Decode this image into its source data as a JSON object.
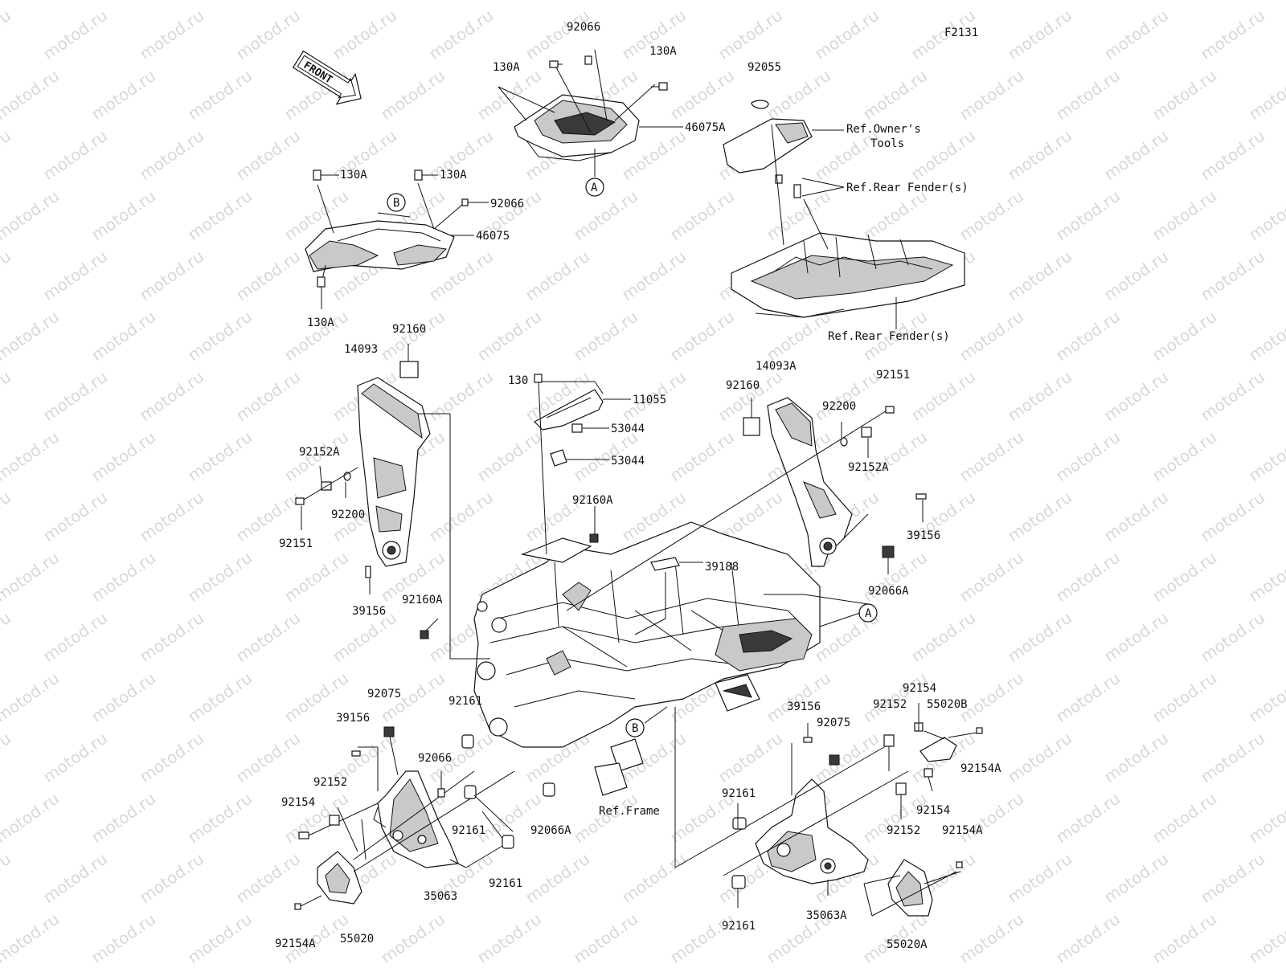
{
  "diagram": {
    "code": "F2131",
    "front_arrow": "FRONT",
    "watermark": "motod.ru",
    "labels": {
      "l_92066_top": "92066",
      "l_130A_tl": "130A",
      "l_130A_tr": "130A",
      "l_46075A": "46075A",
      "l_A_top": "A",
      "l_92055": "92055",
      "l_owners1": "Ref.Owner's",
      "l_owners2": "Tools",
      "l_rearfender1": "Ref.Rear Fender(s)",
      "l_rearfender2": "Ref.Rear Fender(s)",
      "l_130A_l1": "130A",
      "l_130A_l2": "130A",
      "l_B_left": "B",
      "l_92066_left": "92066",
      "l_46075": "46075",
      "l_130A_bot": "130A",
      "l_92160_l": "92160",
      "l_14093": "14093",
      "l_130": "130",
      "l_11055": "11055",
      "l_53044_a": "53044",
      "l_53044_b": "53044",
      "l_14093A": "14093A",
      "l_92160_r": "92160",
      "l_92151_r": "92151",
      "l_92200_r": "92200",
      "l_92152A_r": "92152A",
      "l_92152A_l": "92152A",
      "l_92200_l": "92200",
      "l_92151_l": "92151",
      "l_92160A_c": "92160A",
      "l_39156_r": "39156",
      "l_39188": "39188",
      "l_92066A_r": "92066A",
      "l_39156_l": "39156",
      "l_92160A_l": "92160A",
      "l_A_mid": "A",
      "l_92075_l": "92075",
      "l_39156_bl": "39156",
      "l_92161_a": "92161",
      "l_92066_b": "92066",
      "l_92152_l": "92152",
      "l_92154_l": "92154",
      "l_92161_b": "92161",
      "l_92066A_b": "92066A",
      "l_refframe": "Ref.Frame",
      "l_B_mid": "B",
      "l_35063": "35063",
      "l_92161_c": "92161",
      "l_92154A_l": "92154A",
      "l_55020": "55020",
      "l_39156_br": "39156",
      "l_92075_r": "92075",
      "l_92154_r1": "92154",
      "l_92152_r1": "92152",
      "l_55020B": "55020B",
      "l_92154A_r1": "92154A",
      "l_92161_r1": "92161",
      "l_92154_r2": "92154",
      "l_92152_r2": "92152",
      "l_92154A_r2": "92154A",
      "l_92161_r2": "92161",
      "l_35063A": "35063A",
      "l_55020A": "55020A"
    }
  }
}
